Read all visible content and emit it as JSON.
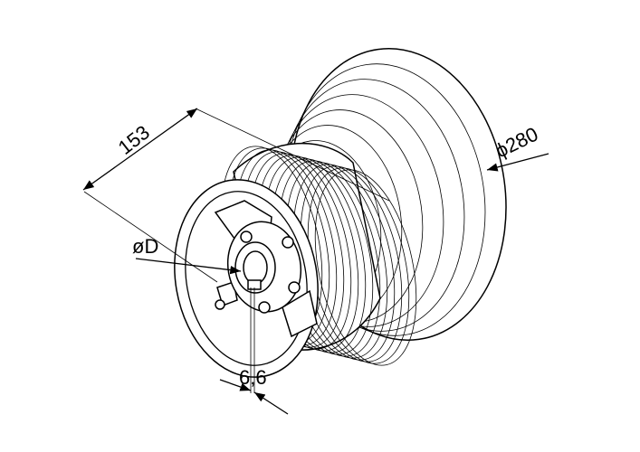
{
  "drawing": {
    "dimensions": {
      "length": "153",
      "outer_diameter": "ϕ280",
      "bore_diameter": "øD",
      "keyway_width": "6,6"
    }
  }
}
